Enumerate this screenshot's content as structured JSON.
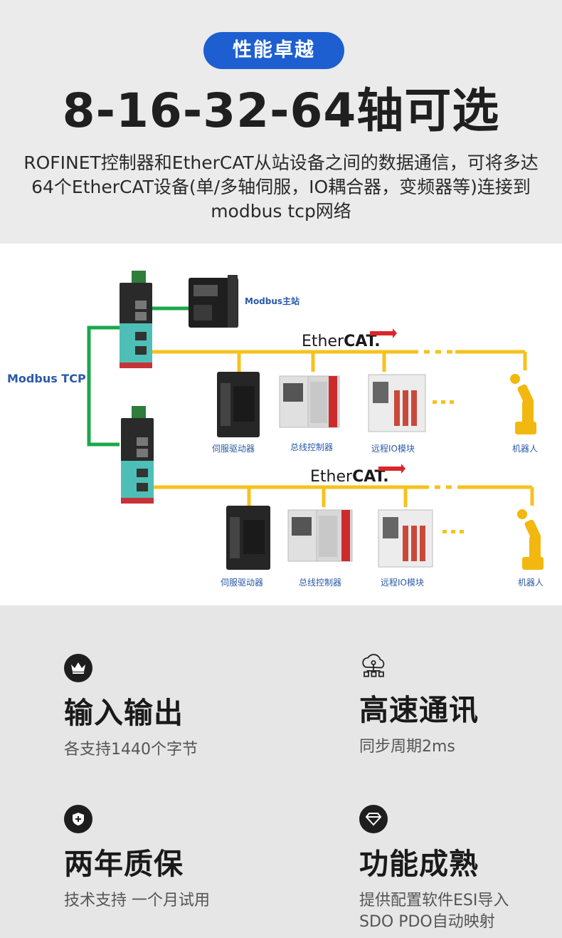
{
  "header": {
    "badge": "性能卓越",
    "headline": "8-16-32-64轴可选",
    "description": "ROFINET控制器和EtherCAT从站设备之间的数据通信，可将多达64个EtherCAT设备(单/多轴伺服，IO耦合器，变频器等)连接到modbus tcp网络"
  },
  "diagram": {
    "modbus_tcp": "Modbus TCP",
    "modbus_master": "Modbus主站",
    "ethercat_a": "Ether",
    "ethercat_b": "CAT.",
    "row1": {
      "servo": "伺服驱动器",
      "bus_controller": "总线控制器",
      "remote_io": "远程IO模块",
      "robot": "机器人"
    },
    "row2": {
      "servo": "伺服驱动器",
      "bus_controller": "总线控制器",
      "remote_io": "远程IO模块",
      "robot": "机器人"
    }
  },
  "features": [
    {
      "icon": "crown-icon",
      "title": "输入输出",
      "desc": "各支持1440个字节"
    },
    {
      "icon": "cloud-network-icon",
      "title": "高速通讯",
      "desc": "同步周期2ms"
    },
    {
      "icon": "shield-plus-icon",
      "title": "两年质保",
      "desc": "技术支持 一个月试用"
    },
    {
      "icon": "diamond-icon",
      "title": "功能成熟",
      "desc": "提供配置软件ESI导入\nSDO PDO自动映射"
    }
  ],
  "colors": {
    "accent": "#1d5fd1",
    "ethercat_line": "#f6c21c",
    "modbus_line": "#1aa84a",
    "modbus_text": "#2a5aa8",
    "ethercat_red": "#d9262c"
  }
}
